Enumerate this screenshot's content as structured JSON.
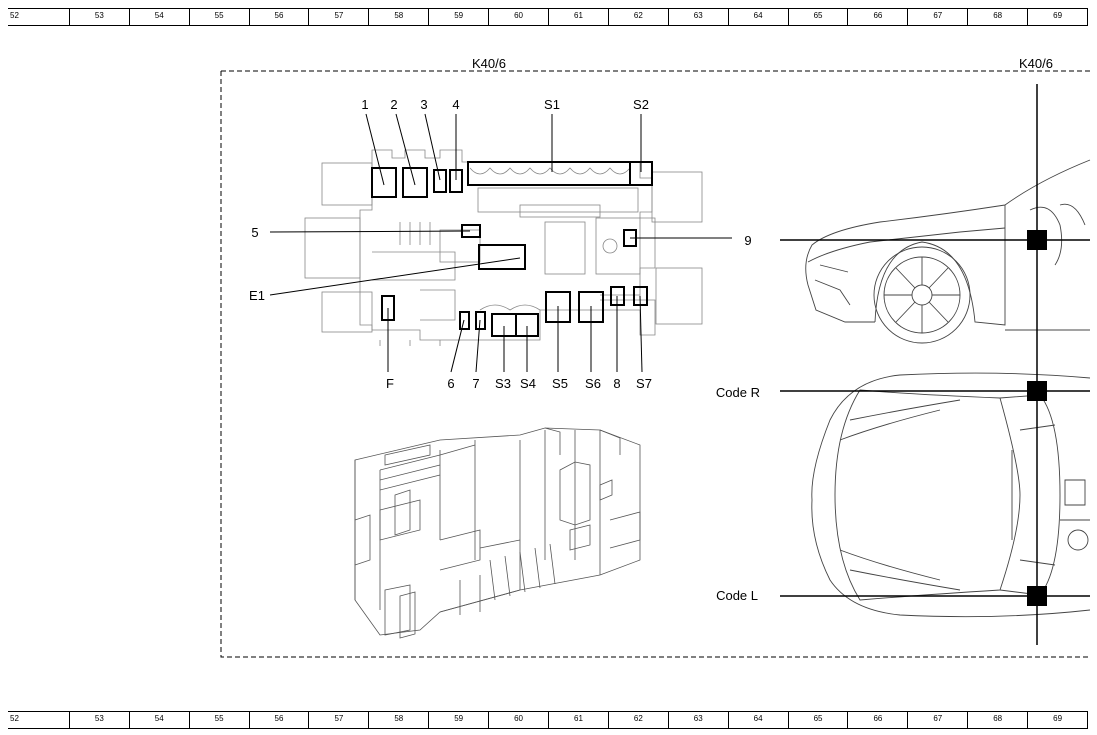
{
  "ruler_numbers": [
    "52",
    "53",
    "54",
    "55",
    "56",
    "57",
    "58",
    "59",
    "60",
    "61",
    "62",
    "63",
    "64",
    "65",
    "66",
    "67",
    "68",
    "69"
  ],
  "component_title_left": "K40/6",
  "component_title_right": "K40/6",
  "callouts": {
    "c1": "1",
    "c2": "2",
    "c3": "3",
    "c4": "4",
    "s1": "S1",
    "s2": "S2",
    "c5": "5",
    "c9": "9",
    "e1": "E1",
    "f": "F",
    "c6": "6",
    "c7": "7",
    "s3": "S3",
    "s4": "S4",
    "s5": "S5",
    "s6": "S6",
    "c8": "8",
    "s7": "S7"
  },
  "code_labels": {
    "code_r": "Code R",
    "code_l": "Code L"
  }
}
